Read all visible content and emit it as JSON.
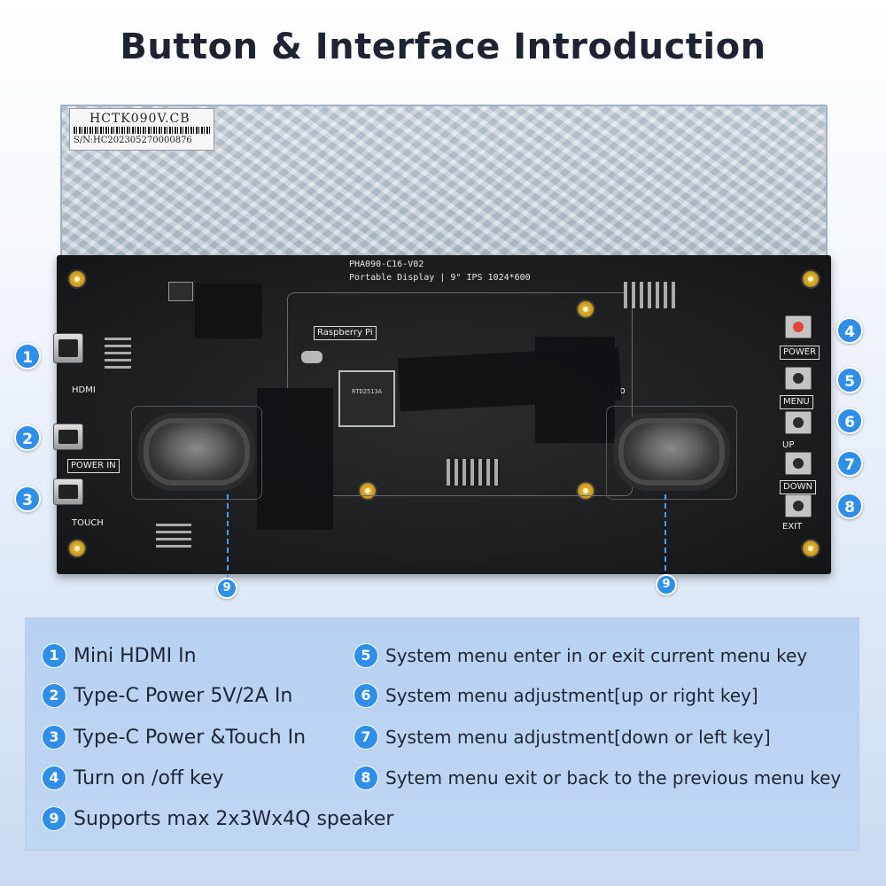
{
  "title": "Button & Interface Introduction",
  "sticker": {
    "model": "HCTK090V.CB",
    "serial": "S/N:HC202305270000876"
  },
  "pcb": {
    "board_id": "PHA090-C16-V02",
    "board_desc": "Portable  Display | 9\"  IPS  1024*600",
    "raspberry_label": "Raspberry Pi",
    "chip_text": "RTD2513A",
    "zero_text": "ero",
    "silk": {
      "hdmi": "HDMI",
      "power_in": "POWER IN",
      "touch": "TOUCH",
      "power": "POWER",
      "menu": "MENU",
      "up": "UP",
      "down": "DOWN",
      "exit": "EXIT"
    }
  },
  "callouts": [
    "1",
    "2",
    "3",
    "4",
    "5",
    "6",
    "7",
    "8",
    "9",
    "9"
  ],
  "legend": [
    {
      "num": "1",
      "text": "Mini HDMI In"
    },
    {
      "num": "2",
      "text": "Type-C Power 5V/2A In"
    },
    {
      "num": "3",
      "text": "Type-C Power &Touch In"
    },
    {
      "num": "4",
      "text": "Turn on /off key"
    },
    {
      "num": "9",
      "text": "Supports max 2x3Wx4Q speaker"
    },
    {
      "num": "5",
      "text": "System menu enter in or exit current menu key"
    },
    {
      "num": "6",
      "text": "System menu adjustment[up or right key]"
    },
    {
      "num": "7",
      "text": "System menu adjustment[down or left key]"
    },
    {
      "num": "8",
      "text": "Sytem menu exit or back to the previous menu key"
    }
  ],
  "colors": {
    "accent": "#2f8fe8",
    "title": "#1c2333",
    "pcb": "#1b1c1e"
  }
}
